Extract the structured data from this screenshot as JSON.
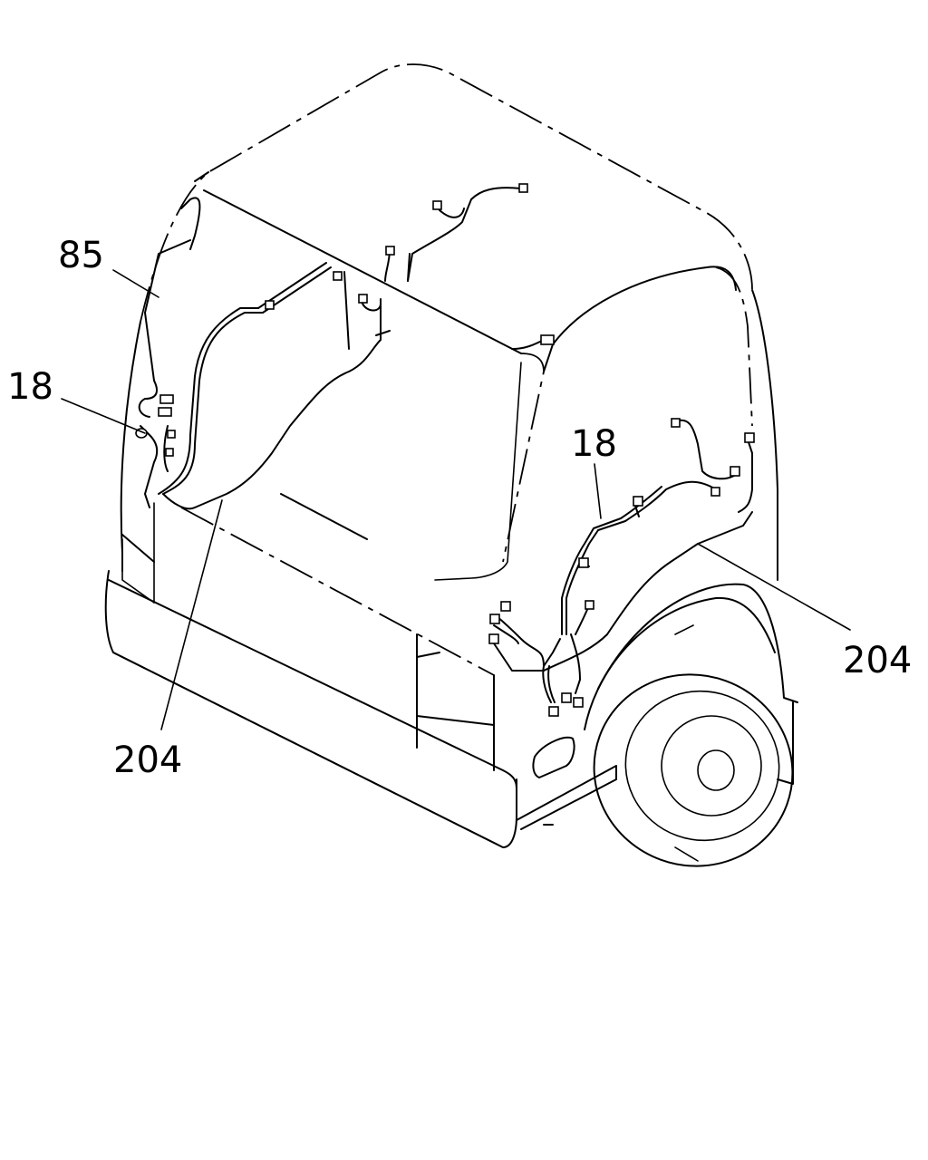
{
  "diagram": {
    "callouts": {
      "c85": "85",
      "c18_left": "18",
      "c18_right": "18",
      "c204_bottom": "204",
      "c204_right": "204"
    }
  }
}
